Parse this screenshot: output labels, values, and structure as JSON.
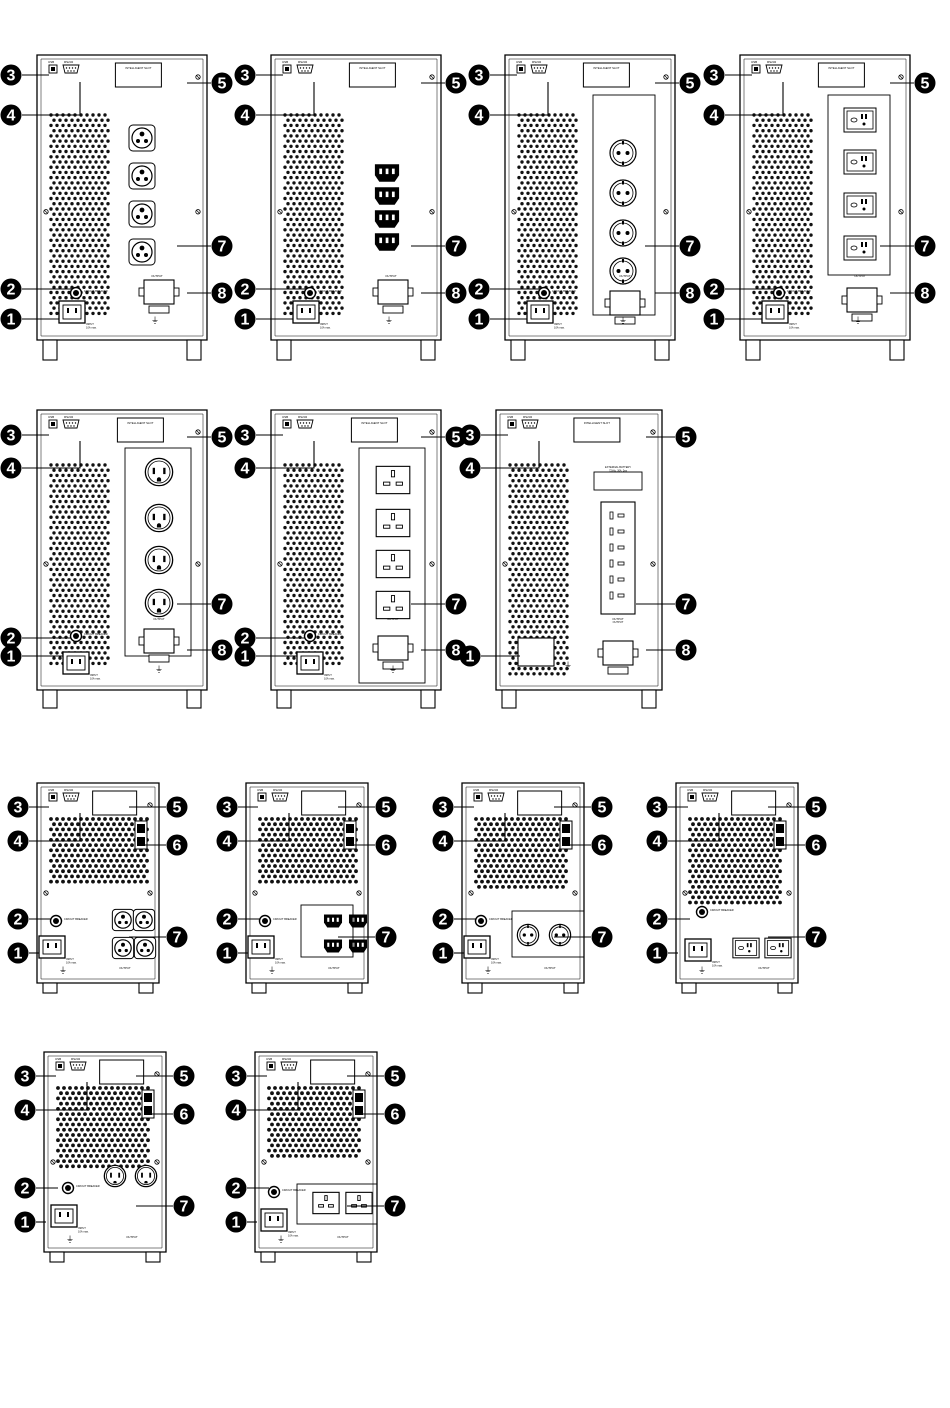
{
  "panel_text": {
    "usb": "USB",
    "rs232": "RS232",
    "slot": "INTELLIGENT SLOT",
    "output": "OUTPUT",
    "input": "INPUT",
    "rating": "10A max.",
    "breaker": "CIRCUIT BREAKER",
    "ext_battery": "EXTERNAL BATTERY",
    "ext_battery_rating": "72Vdc, 30A, 2ea"
  },
  "callouts": [
    "1",
    "2",
    "3",
    "4",
    "5",
    "6",
    "7",
    "8"
  ],
  "panels": [
    {
      "id": "panel-1",
      "outlet": "round3",
      "count": 4,
      "labels": [
        "3",
        "4",
        "5",
        "7",
        "2",
        "8",
        "1"
      ]
    },
    {
      "id": "panel-2",
      "outlet": "iec",
      "count": 4,
      "labels": [
        "3",
        "4",
        "5",
        "7",
        "2",
        "8",
        "1"
      ]
    },
    {
      "id": "panel-3",
      "outlet": "schuko",
      "count": 4,
      "labels": [
        "3",
        "4",
        "5",
        "7",
        "2",
        "8",
        "1"
      ]
    },
    {
      "id": "panel-4",
      "outlet": "universal",
      "count": 4,
      "labels": [
        "3",
        "4",
        "5",
        "7",
        "2",
        "8",
        "1"
      ]
    },
    {
      "id": "panel-5",
      "outlet": "nema",
      "count": 4,
      "labels": [
        "3",
        "4",
        "5",
        "7",
        "2",
        "8",
        "1"
      ]
    },
    {
      "id": "panel-6",
      "outlet": "uk",
      "count": 4,
      "labels": [
        "3",
        "4",
        "5",
        "7",
        "2",
        "8",
        "1"
      ]
    },
    {
      "id": "panel-7",
      "outlet": "strip",
      "count": 1,
      "labels": [
        "3",
        "4",
        "5",
        "7",
        "1",
        "8"
      ]
    },
    {
      "id": "panel-8",
      "outlet": "round3",
      "count": 4,
      "labels": [
        "3",
        "4",
        "5",
        "6",
        "2",
        "7",
        "1"
      ]
    },
    {
      "id": "panel-9",
      "outlet": "iec",
      "count": 4,
      "labels": [
        "3",
        "4",
        "5",
        "6",
        "2",
        "7",
        "1"
      ]
    },
    {
      "id": "panel-10",
      "outlet": "schuko",
      "count": 2,
      "labels": [
        "3",
        "4",
        "5",
        "6",
        "2",
        "7",
        "1"
      ]
    },
    {
      "id": "panel-11",
      "outlet": "universal",
      "count": 2,
      "labels": [
        "3",
        "4",
        "5",
        "6",
        "2",
        "7",
        "1"
      ]
    },
    {
      "id": "panel-12",
      "outlet": "nema",
      "count": 2,
      "labels": [
        "3",
        "4",
        "5",
        "6",
        "2",
        "7",
        "1"
      ]
    },
    {
      "id": "panel-13",
      "outlet": "uk",
      "count": 2,
      "labels": [
        "3",
        "4",
        "5",
        "6",
        "2",
        "7",
        "1"
      ]
    }
  ]
}
